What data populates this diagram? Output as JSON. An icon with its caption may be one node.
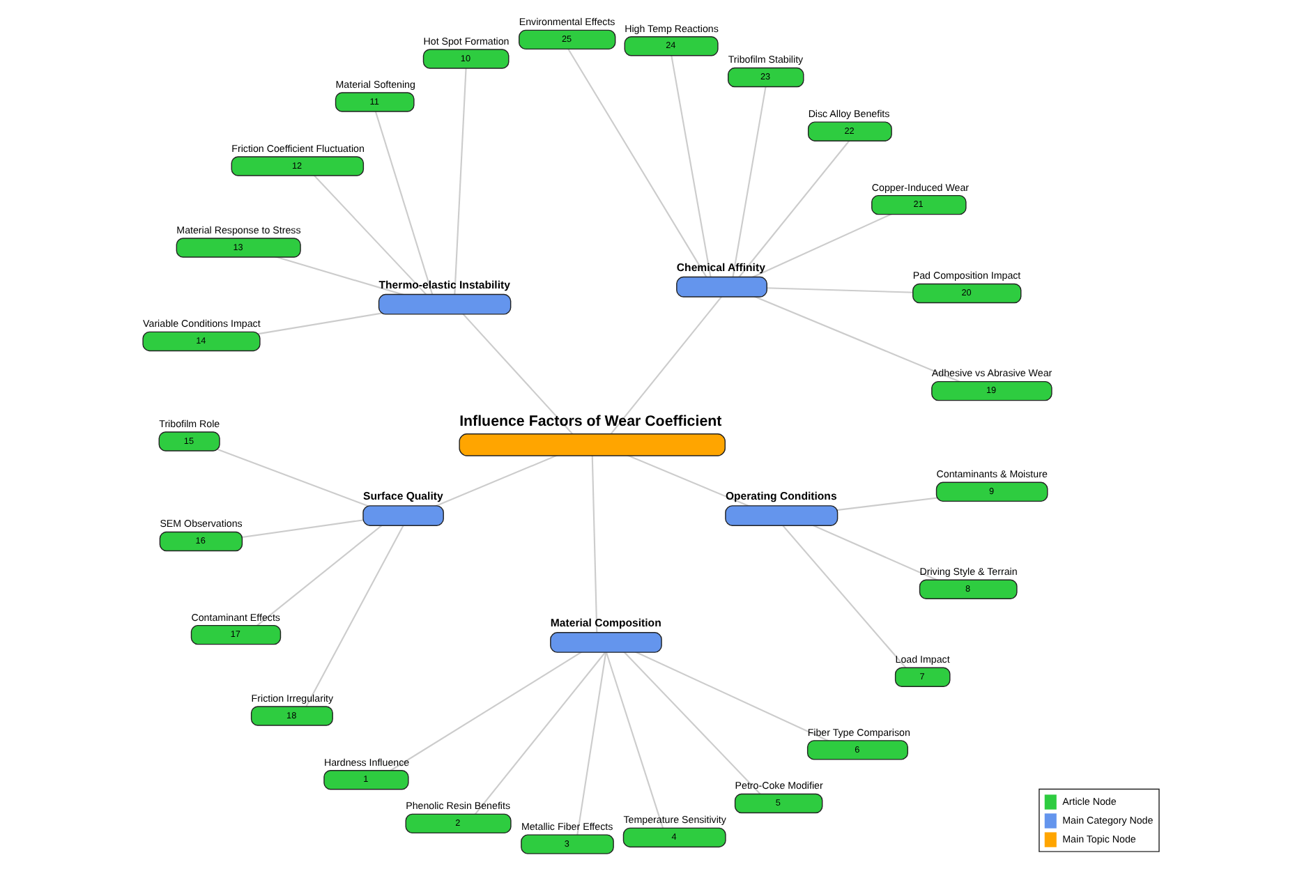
{
  "diagram": {
    "nodes": [
      {
        "text": [
          "Influence Factors of Wear Coefficient"
        ]
      },
      {
        "text": [
          "Chemical Affinity"
        ]
      },
      {
        "text": [
          "Thermo-elastic Instability"
        ]
      },
      {
        "text": [
          "Surface Quality"
        ]
      },
      {
        "text": [
          "Material Composition"
        ]
      },
      {
        "text": [
          "Operating Conditions"
        ]
      },
      {
        "text": [
          "Hardness Influence",
          "1"
        ]
      },
      {
        "text": [
          "Phenolic Resin Benefits",
          "2"
        ]
      },
      {
        "text": [
          "Metallic Fiber Effects",
          "3"
        ]
      },
      {
        "text": [
          "Temperature Sensitivity",
          "4"
        ]
      },
      {
        "text": [
          "Petro-Coke Modifier",
          "5"
        ]
      },
      {
        "text": [
          "Fiber Type Comparison",
          "6"
        ]
      },
      {
        "text": [
          "Load Impact",
          "7"
        ]
      },
      {
        "text": [
          "Driving Style & Terrain",
          "8"
        ]
      },
      {
        "text": [
          "Contaminants & Moisture",
          "9"
        ]
      },
      {
        "text": [
          "Hot Spot Formation",
          "10"
        ]
      },
      {
        "text": [
          "Material Softening",
          "11"
        ]
      },
      {
        "text": [
          "Friction Coefficient Fluctuation",
          "12"
        ]
      },
      {
        "text": [
          "Material Response to Stress",
          "13"
        ]
      },
      {
        "text": [
          "Variable Conditions Impact",
          "14"
        ]
      },
      {
        "text": [
          "Tribofilm Role",
          "15"
        ]
      },
      {
        "text": [
          "SEM Observations",
          "16"
        ]
      },
      {
        "text": [
          "Contaminant Effects",
          "17"
        ]
      },
      {
        "text": [
          "Friction Irregularity",
          "18"
        ]
      },
      {
        "text": [
          "Adhesive vs Abrasive Wear",
          "19"
        ]
      },
      {
        "text": [
          "Pad Composition Impact",
          "20"
        ]
      },
      {
        "text": [
          "Copper-Induced Wear",
          "21"
        ]
      },
      {
        "text": [
          "Disc Alloy Benefits",
          "22"
        ]
      },
      {
        "text": [
          "Tribofilm Stability",
          "23"
        ]
      },
      {
        "text": [
          "High Temp Reactions",
          "24"
        ]
      },
      {
        "text": [
          "Environmental Effects",
          "25"
        ]
      }
    ],
    "edges": [
      {
        "from": 0,
        "to": 1,
        "arrow": "none"
      },
      {
        "from": 0,
        "to": 2,
        "arrow": "none"
      },
      {
        "from": 0,
        "to": 3,
        "arrow": "none"
      },
      {
        "from": 0,
        "to": 4,
        "arrow": "none"
      },
      {
        "from": 0,
        "to": 5,
        "arrow": "none"
      },
      {
        "from": 4,
        "to": 6,
        "arrow": "none"
      },
      {
        "from": 4,
        "to": 7,
        "arrow": "none"
      },
      {
        "from": 4,
        "to": 8,
        "arrow": "none"
      },
      {
        "from": 4,
        "to": 9,
        "arrow": "none"
      },
      {
        "from": 4,
        "to": 10,
        "arrow": "none"
      },
      {
        "from": 4,
        "to": 11,
        "arrow": "none"
      },
      {
        "from": 5,
        "to": 12,
        "arrow": "none"
      },
      {
        "from": 5,
        "to": 13,
        "arrow": "none"
      },
      {
        "from": 5,
        "to": 14,
        "arrow": "none"
      },
      {
        "from": 2,
        "to": 15,
        "arrow": "none"
      },
      {
        "from": 2,
        "to": 16,
        "arrow": "none"
      },
      {
        "from": 2,
        "to": 17,
        "arrow": "none"
      },
      {
        "from": 2,
        "to": 18,
        "arrow": "none"
      },
      {
        "from": 2,
        "to": 19,
        "arrow": "none"
      },
      {
        "from": 3,
        "to": 20,
        "arrow": "none"
      },
      {
        "from": 3,
        "to": 21,
        "arrow": "none"
      },
      {
        "from": 3,
        "to": 22,
        "arrow": "none"
      },
      {
        "from": 3,
        "to": 23,
        "arrow": "none"
      },
      {
        "from": 1,
        "to": 24,
        "arrow": "none"
      },
      {
        "from": 1,
        "to": 25,
        "arrow": "none"
      },
      {
        "from": 1,
        "to": 26,
        "arrow": "none"
      },
      {
        "from": 1,
        "to": 27,
        "arrow": "none"
      },
      {
        "from": 1,
        "to": 28,
        "arrow": "none"
      },
      {
        "from": 1,
        "to": 29,
        "arrow": "none"
      },
      {
        "from": 1,
        "to": 30,
        "arrow": "none"
      }
    ],
    "legend": [
      {
        "text": "Article Node",
        "color": "#2ecc40"
      },
      {
        "text": "Main Category Node",
        "color": "#6495ed"
      },
      {
        "text": "Main Topic Node",
        "color": "#ffa500"
      }
    ]
  }
}
